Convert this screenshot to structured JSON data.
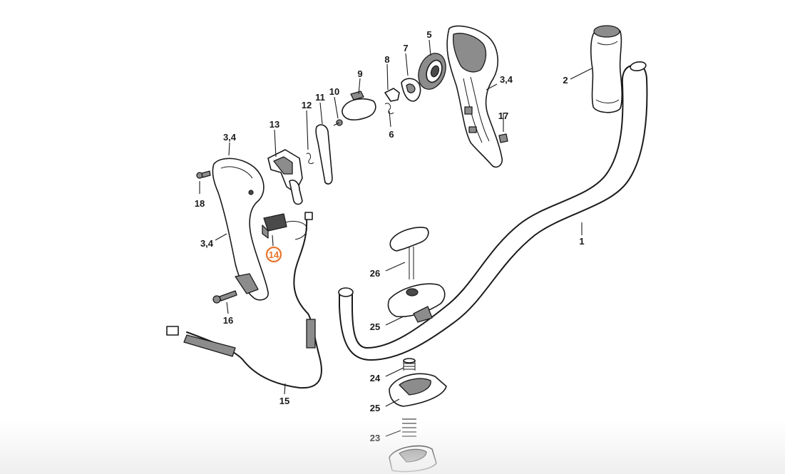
{
  "labels": {
    "p1": "1",
    "p2": "2",
    "p34a": "3,4",
    "p34b": "3,4",
    "p34c": "3,4",
    "p5": "5",
    "p6": "6",
    "p7": "7",
    "p8": "8",
    "p9": "9",
    "p10": "10",
    "p11": "11",
    "p12": "12",
    "p13": "13",
    "p14": "14",
    "p15": "15",
    "p16": "16",
    "p17": "17",
    "p18": "18",
    "p23": "23",
    "p24": "24",
    "p25a": "25",
    "p25b": "25",
    "p26": "26"
  },
  "highlight": {
    "part": "14",
    "color": "#e8742a"
  }
}
